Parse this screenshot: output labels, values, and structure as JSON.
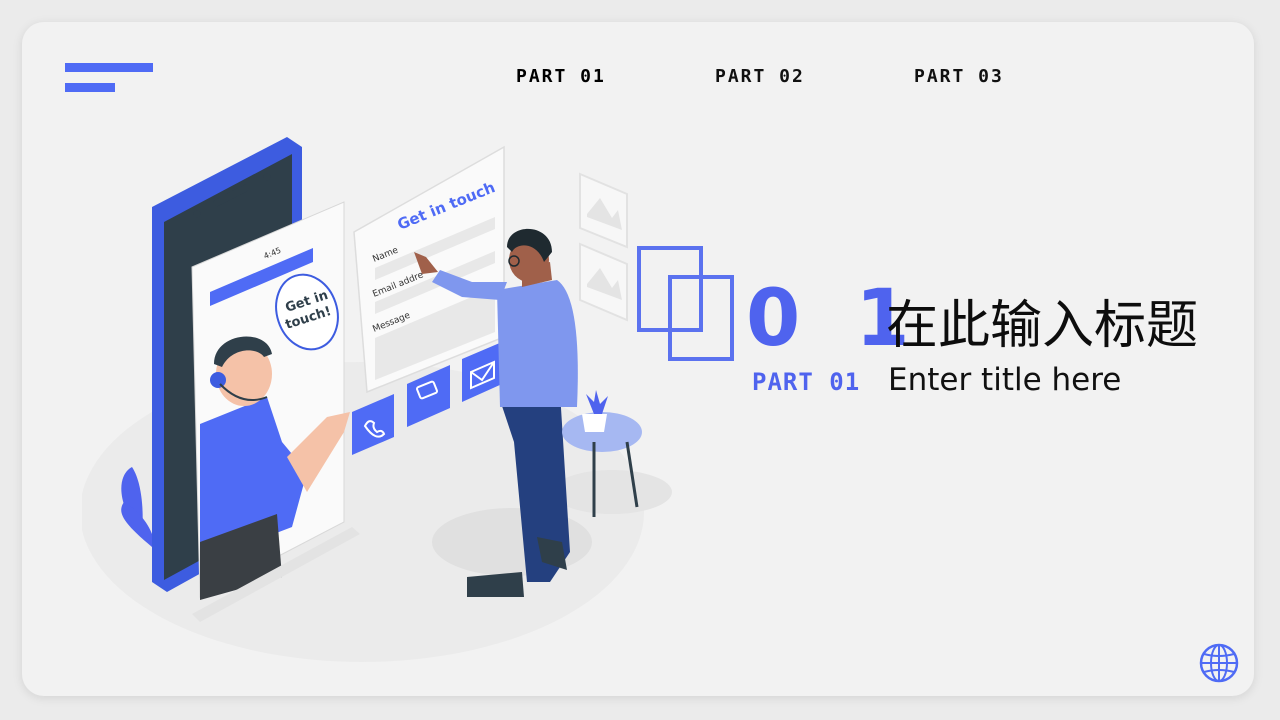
{
  "nav": {
    "items": [
      {
        "label": "PART 01",
        "active": true
      },
      {
        "label": "PART 02",
        "active": false
      },
      {
        "label": "PART 03",
        "active": false
      }
    ]
  },
  "illustration": {
    "bubble_line1": "Get in",
    "bubble_line2": "touch!",
    "phone_time": "4:45",
    "form_title": "Get in touch",
    "field_name": "Name",
    "field_email": "Email addre",
    "field_message": "Message"
  },
  "section": {
    "number": "0 1",
    "part_label": "PART 01",
    "title_cn": "在此输入标题",
    "title_en": "Enter title here"
  },
  "colors": {
    "accent": "#4f63ee",
    "accent_light": "#5b72ef",
    "card_bg": "#f2f2f2",
    "page_bg": "#ebebeb"
  },
  "icons": {
    "logo": "logo-bars-icon",
    "globe": "globe-icon",
    "phone": "phone-icon",
    "chat": "chat-icon",
    "mail": "mail-icon"
  }
}
